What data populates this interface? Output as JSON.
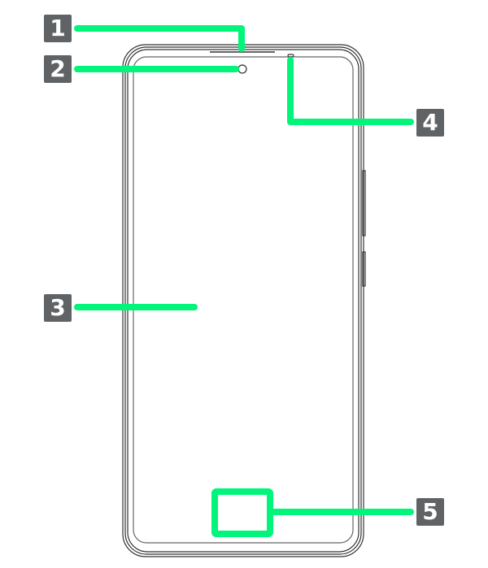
{
  "callouts": [
    {
      "number": "1",
      "target": "earpiece"
    },
    {
      "number": "2",
      "target": "front-camera"
    },
    {
      "number": "3",
      "target": "display"
    },
    {
      "number": "4",
      "target": "indicator-light"
    },
    {
      "number": "5",
      "target": "fingerprint-area"
    }
  ],
  "colors": {
    "callout_line": "#00f57a",
    "badge": "#5f6366",
    "outline": "#333333"
  }
}
